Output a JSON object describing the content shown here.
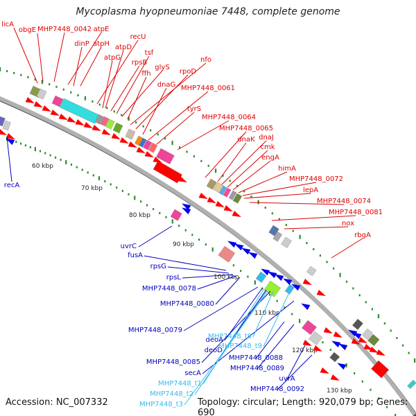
{
  "title": "Mycoplasma hyopneumoniae 7448, complete genome",
  "footer": {
    "accession": "Accession: NC_007332",
    "topology": "Topology: circular; Length: 920,079 bp; Genes: 690"
  },
  "colors": {
    "fwd_label": "#dd0000",
    "rev_label": "#0000bb",
    "rna_label": "#33bbee",
    "backbone": "#808080",
    "ticks": "#2e8b2e"
  },
  "scale_labels": [
    "60 kbp",
    "70 kbp",
    "80 kbp",
    "90 kbp",
    "100 kbp",
    "110 kbp",
    "120 kbp",
    "130 kbp"
  ],
  "labels_forward": [
    "licA",
    "obgE",
    "MHP7448_0042",
    "atpE",
    "dinP",
    "atpH",
    "recU",
    "atpD",
    "atpG",
    "rpsB",
    "tsf",
    "glyS",
    "ffh",
    "nfo",
    "rpoD",
    "dnaG",
    "MHP7448_0061",
    "tyrS",
    "MHP7448_0064",
    "MHP7448_0065",
    "dnaK",
    "dnaJ",
    "cmk",
    "engA",
    "himA",
    "MHP7448_0072",
    "lepA",
    "MHP7448_0074",
    "MHP7448_0081",
    "nox",
    "rbgA"
  ],
  "labels_reverse": [
    "recA",
    "uvrC",
    "fusA",
    "rpsG",
    "rpsL",
    "MHP7448_0078",
    "MHP7448_0080",
    "MHP7448_0079",
    "deoA",
    "deoD",
    "MHP7448_0085",
    "secA",
    "MHP7448_0088",
    "MHP7448_0089",
    "uvrA",
    "MHP7448_0092"
  ],
  "labels_rna": [
    "MHP7448_t8",
    "MHP7448_t9",
    "MHP7448_t1",
    "MHP7448_t2",
    "MHP7448_t3"
  ]
}
